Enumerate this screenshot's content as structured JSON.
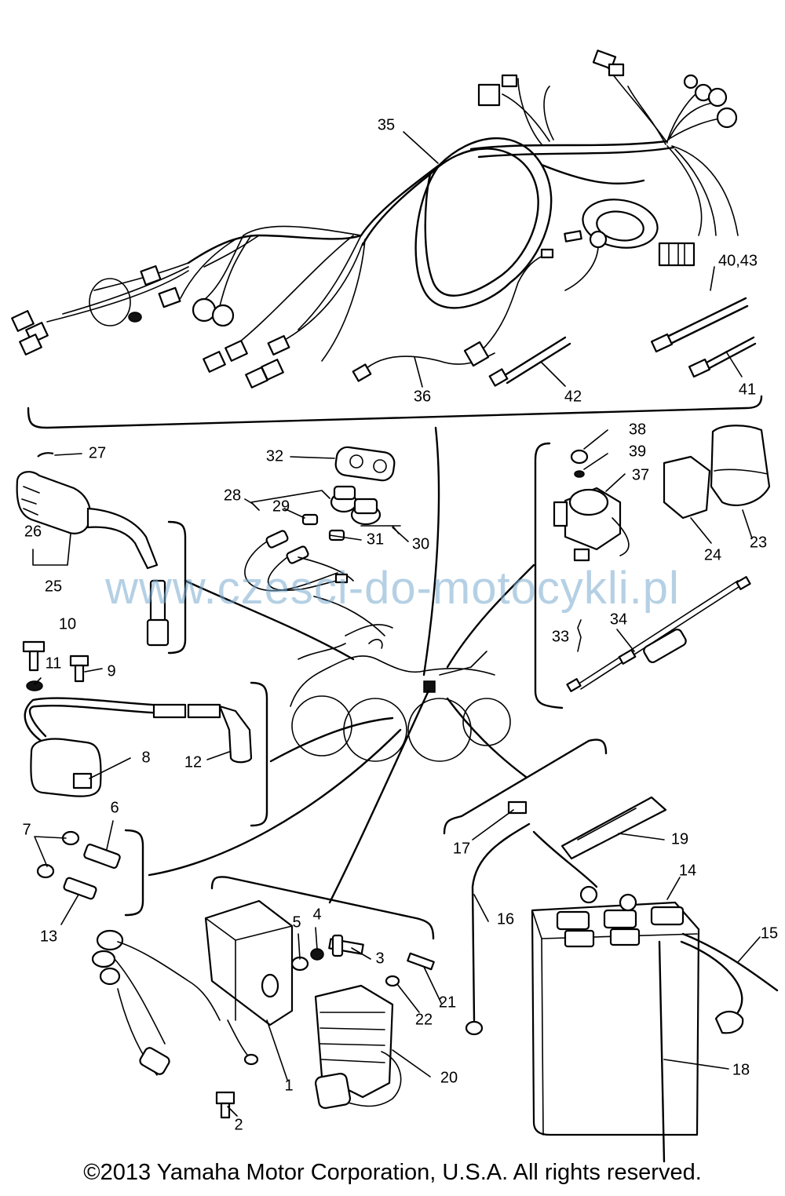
{
  "diagram": {
    "part_labels": {
      "p1": "1",
      "p2": "2",
      "p3": "3",
      "p4": "4",
      "p5": "5",
      "p6": "6",
      "p7": "7",
      "p8": "8",
      "p9": "9",
      "p10": "10",
      "p11": "11",
      "p12": "12",
      "p13": "13",
      "p14": "14",
      "p15": "15",
      "p16": "16",
      "p17": "17",
      "p18": "18",
      "p19": "19",
      "p20": "20",
      "p21": "21",
      "p22": "22",
      "p23": "23",
      "p24": "24",
      "p25": "25",
      "p26": "26",
      "p27": "27",
      "p28": "28",
      "p29": "29",
      "p30": "30",
      "p31": "31",
      "p32": "32",
      "p33": "33",
      "p34": "34",
      "p35": "35",
      "p36": "36",
      "p37": "37",
      "p38": "38",
      "p39": "39",
      "p40_43": "40,43",
      "p41": "41",
      "p42": "42"
    }
  },
  "watermark": "www.czesci-do-motocykli.pl",
  "copyright": "©2013 Yamaha Motor Corporation, U.S.A. All rights reserved."
}
